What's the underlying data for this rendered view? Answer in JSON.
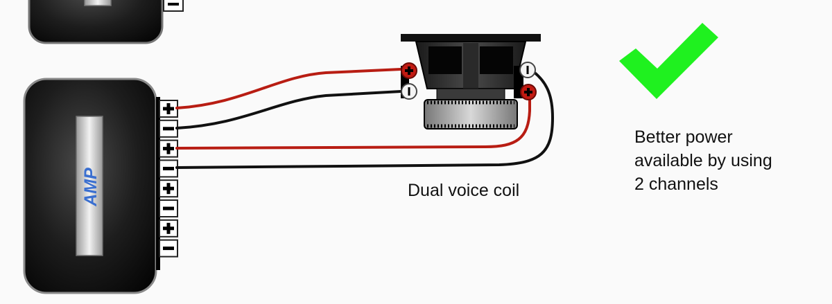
{
  "amplifier": {
    "label": "AMP"
  },
  "terminals": {
    "amp_lower": [
      "+",
      "-",
      "+",
      "-",
      "+",
      "-",
      "+",
      "-"
    ],
    "speaker": [
      "+",
      "-",
      "-",
      "+"
    ]
  },
  "speaker": {
    "caption": "Dual voice coil"
  },
  "note": {
    "lines": [
      "Better power",
      "available by using",
      "2 channels"
    ]
  },
  "colors": {
    "positive_wire": "#b81d13",
    "negative_wire": "#111111",
    "check_mark": "#1ff11f",
    "amp_label": "#3a6fd0"
  },
  "icons": {
    "check": "check-mark-icon"
  }
}
